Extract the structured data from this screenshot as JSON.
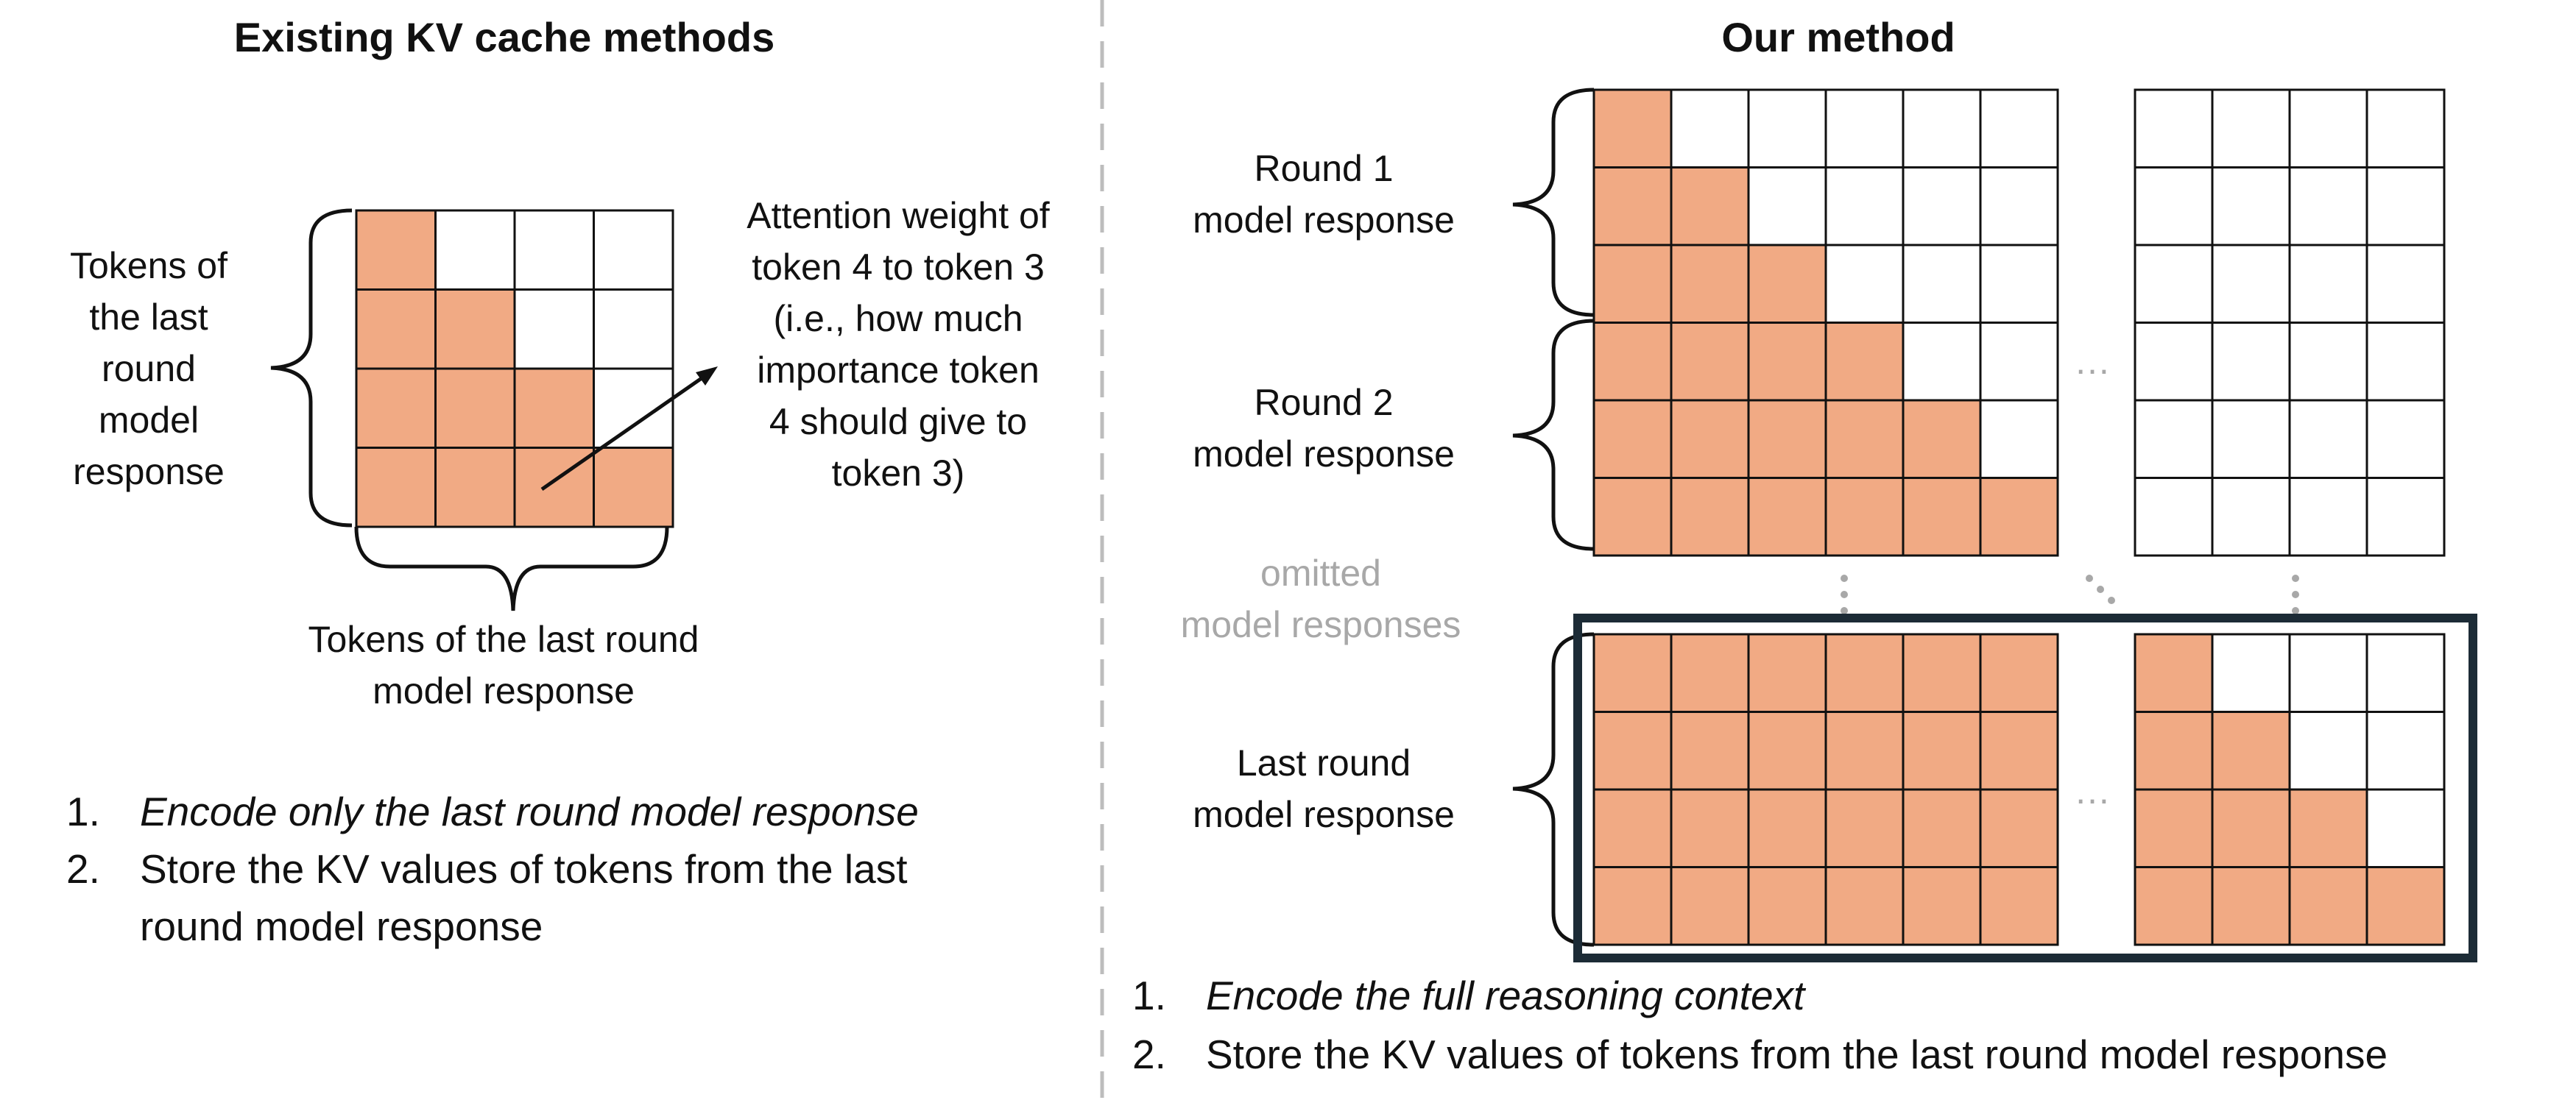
{
  "colors": {
    "filled": "#f1aa84",
    "grid": "#111111",
    "highlight": "#1c2b36",
    "divider": "#bdbdbd"
  },
  "left": {
    "title": "Existing KV cache methods",
    "row_label": [
      "Tokens of",
      "the last",
      "round",
      "model",
      "response"
    ],
    "col_label": [
      "Tokens of the last round",
      "model response"
    ],
    "attention_note": [
      "Attention weight of",
      "token 4 to token 3",
      "(i.e., how much",
      "importance token",
      "4 should give to",
      "token 3)"
    ],
    "grid": {
      "rows": 4,
      "cols": 4,
      "filled": "lower-triangular"
    },
    "steps": [
      {
        "num": "1.",
        "text": "Encode only the last round model response"
      },
      {
        "num": "2.",
        "text_lines": [
          "Store the KV values of tokens from the last",
          "round model response"
        ]
      }
    ]
  },
  "right": {
    "title": "Our method",
    "round_labels": [
      {
        "lines": [
          "Round 1",
          "model response"
        ]
      },
      {
        "lines": [
          "Round 2",
          "model response"
        ]
      },
      {
        "lines": [
          "Last round",
          "model response"
        ]
      }
    ],
    "omitted_label": [
      "omitted",
      "model responses"
    ],
    "ellipsis": "…",
    "steps": [
      {
        "num": "1.",
        "text": "Encode the full reasoning context"
      },
      {
        "num": "2.",
        "text": "Store the KV values of tokens from the last round model response"
      }
    ]
  }
}
